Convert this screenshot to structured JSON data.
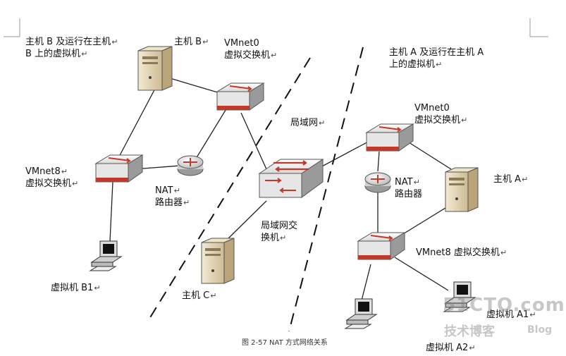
{
  "labels": {
    "host_b_area": [
      "主机 B 及运行在主机",
      "B 上的虚拟机"
    ],
    "host_b": "主机 B",
    "vmnet0_b": [
      "VMnet0",
      "虚拟交换机"
    ],
    "host_a_area": [
      "主机 A 及运行在主机 A",
      "上的虚拟机"
    ],
    "lan": "局域网",
    "vmnet0_a": [
      "VMnet0",
      "虚拟交换机"
    ],
    "vmnet8_b": [
      "VMnet8",
      "虚拟交换机"
    ],
    "nat_b": [
      "NAT",
      "路由器"
    ],
    "nat_a": [
      "NAT",
      "路由器"
    ],
    "host_a": "主机 A",
    "lan_switch": [
      "局域网交",
      "换机"
    ],
    "vmnet8_a": "VMnet8 虚拟交换机",
    "vm_b1": "虚拟机 B1",
    "host_c": "主机 C",
    "vm_a1": "虚拟机 A1",
    "vm_a2": "虚拟机 A2"
  },
  "paragraph_mark": "↵",
  "caption": "图 2-57  NAT 方式网络关系",
  "watermark": {
    "site": "51CTO.com",
    "cn": "技术博客",
    "blog": "Blog"
  },
  "colors": {
    "switch_stripe": "#c0392b",
    "server_body": "#e8dcc0",
    "line": "#222222"
  }
}
